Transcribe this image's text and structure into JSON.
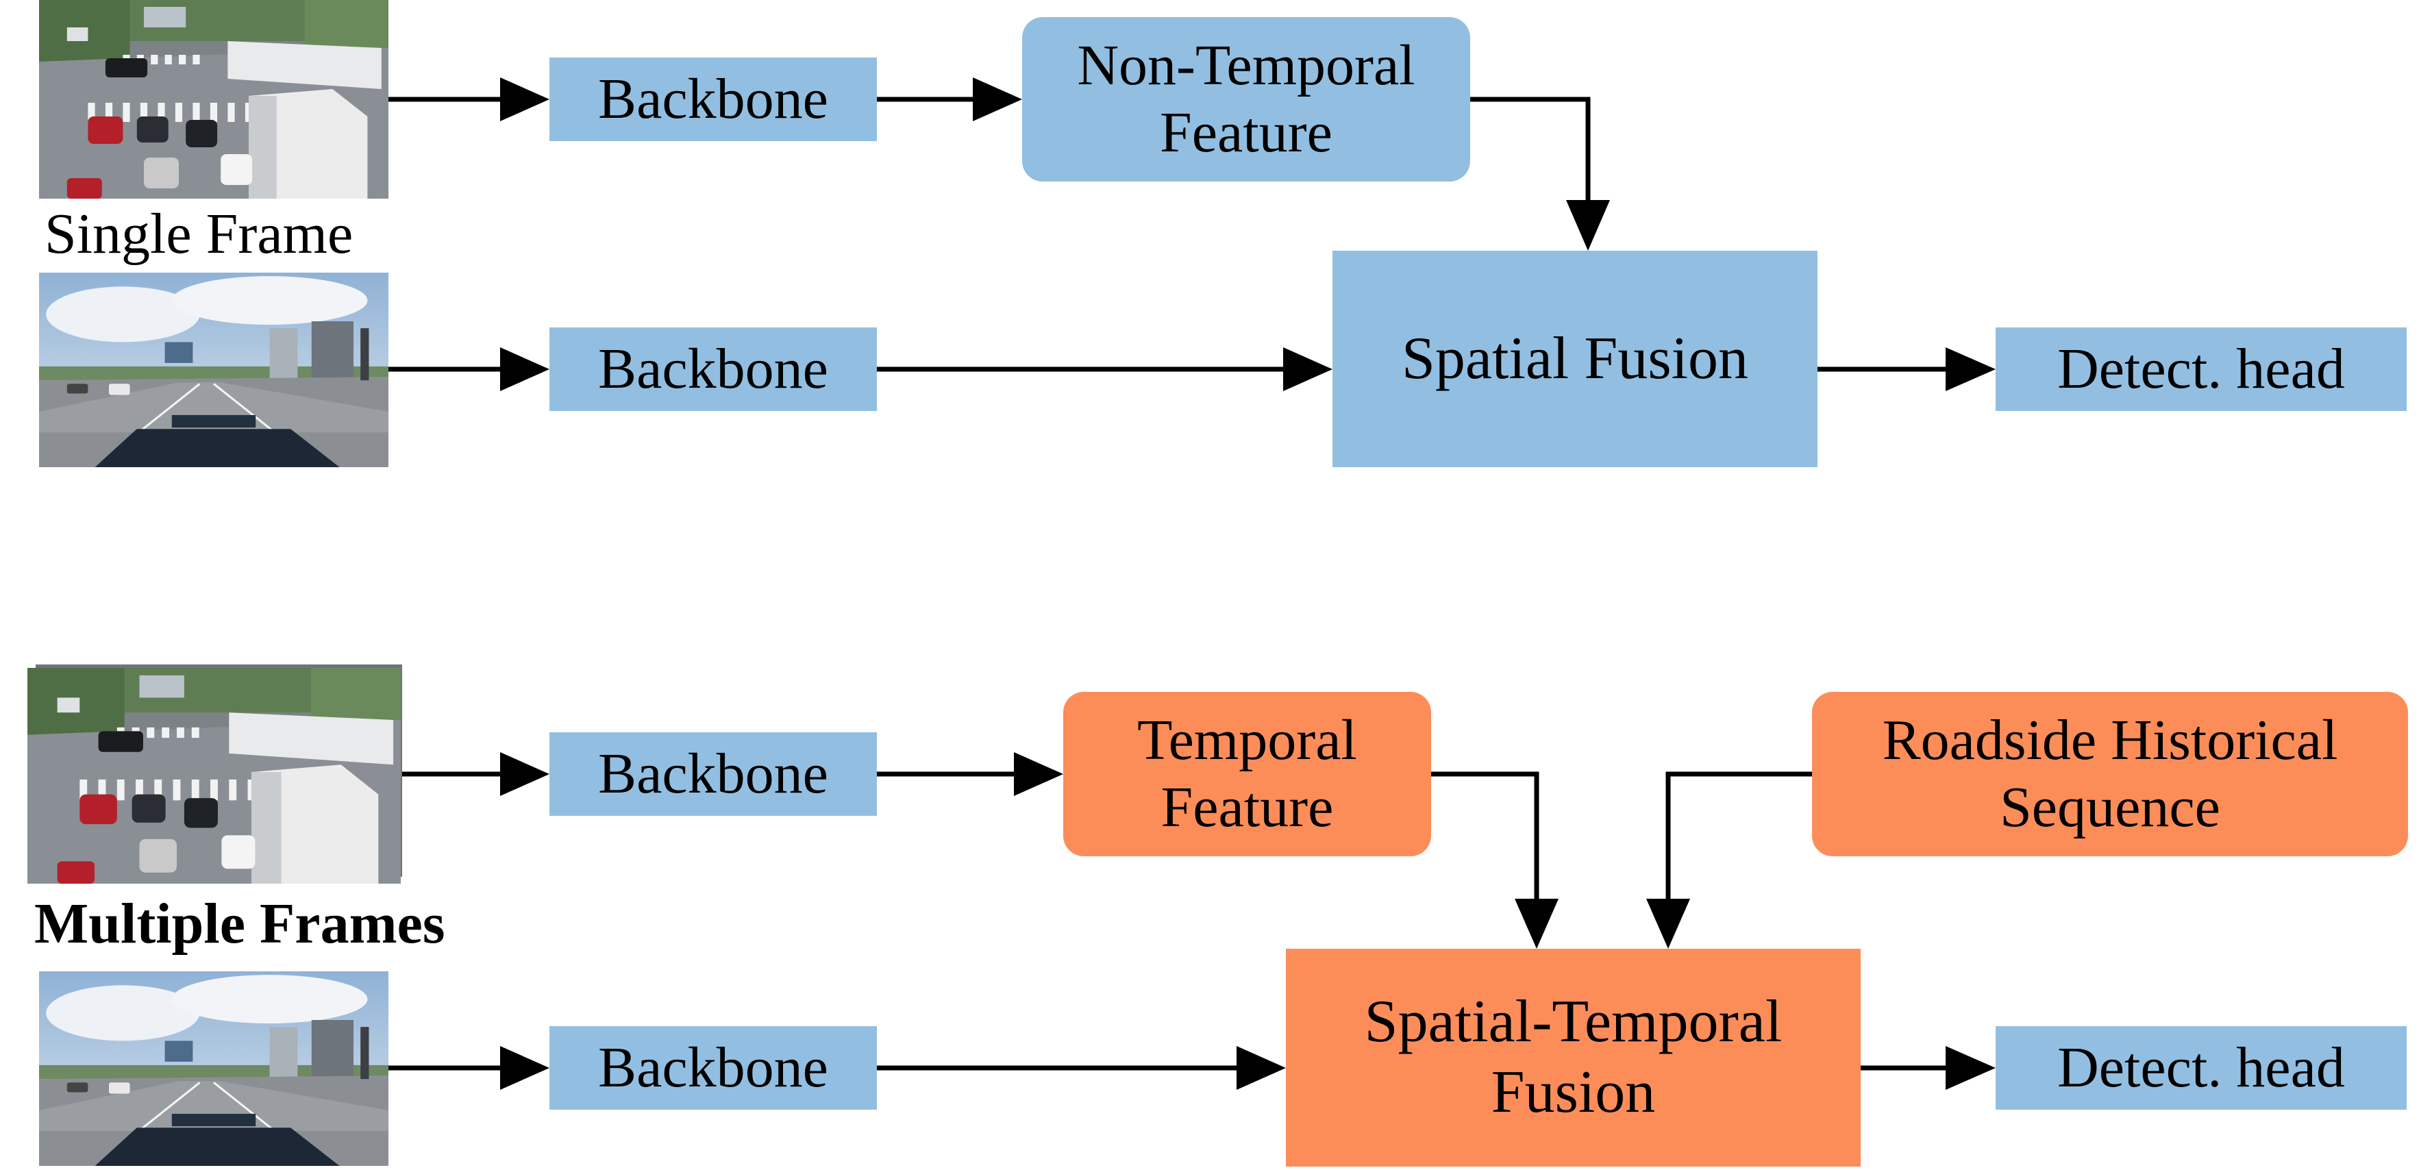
{
  "top": {
    "caption": "Single Frame",
    "backbone_1": "Backbone",
    "backbone_2": "Backbone",
    "feature": "Non-Temporal\nFeature",
    "fusion": "Spatial Fusion",
    "head": "Detect. head"
  },
  "bottom": {
    "caption": "Multiple Frames",
    "backbone_1": "Backbone",
    "backbone_2": "Backbone",
    "feature": "Temporal\nFeature",
    "history": "Roadside Historical\nSequence",
    "fusion": "Spatial-Temporal\nFusion",
    "head": "Detect. head"
  },
  "colors": {
    "blue_box": "#92bfe1",
    "orange_box": "#fc8d59",
    "arrow": "#000000"
  },
  "images": {
    "roadside_camera": "intersection-photo",
    "vehicle_camera": "road-ahead-photo"
  }
}
